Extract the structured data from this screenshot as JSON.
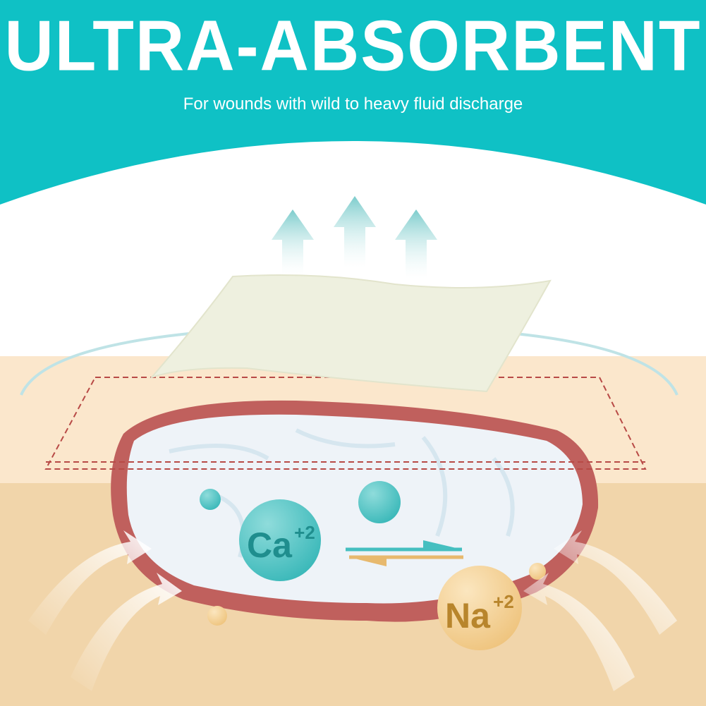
{
  "header": {
    "title": "ULTRA-ABSORBENT",
    "subtitle": "For wounds with wild to heavy fluid discharge"
  },
  "illustration": {
    "ions": [
      {
        "symbol": "Ca",
        "charge": "+2",
        "color": "#45bfc0",
        "text_color": "#1f8e8e"
      },
      {
        "symbol": "Na",
        "charge": "+2",
        "color": "#f1cf8c",
        "text_color": "#b8852c"
      }
    ],
    "colors": {
      "header_bg": "#0fc1c5",
      "skin_upper": "#fbe7cc",
      "skin_lower": "#f1d5aa",
      "wound_border": "#c0605d",
      "wound_fill": "#eef3f8",
      "dressing": "#eef0df",
      "arrow_up": "#8ed3d3"
    }
  }
}
